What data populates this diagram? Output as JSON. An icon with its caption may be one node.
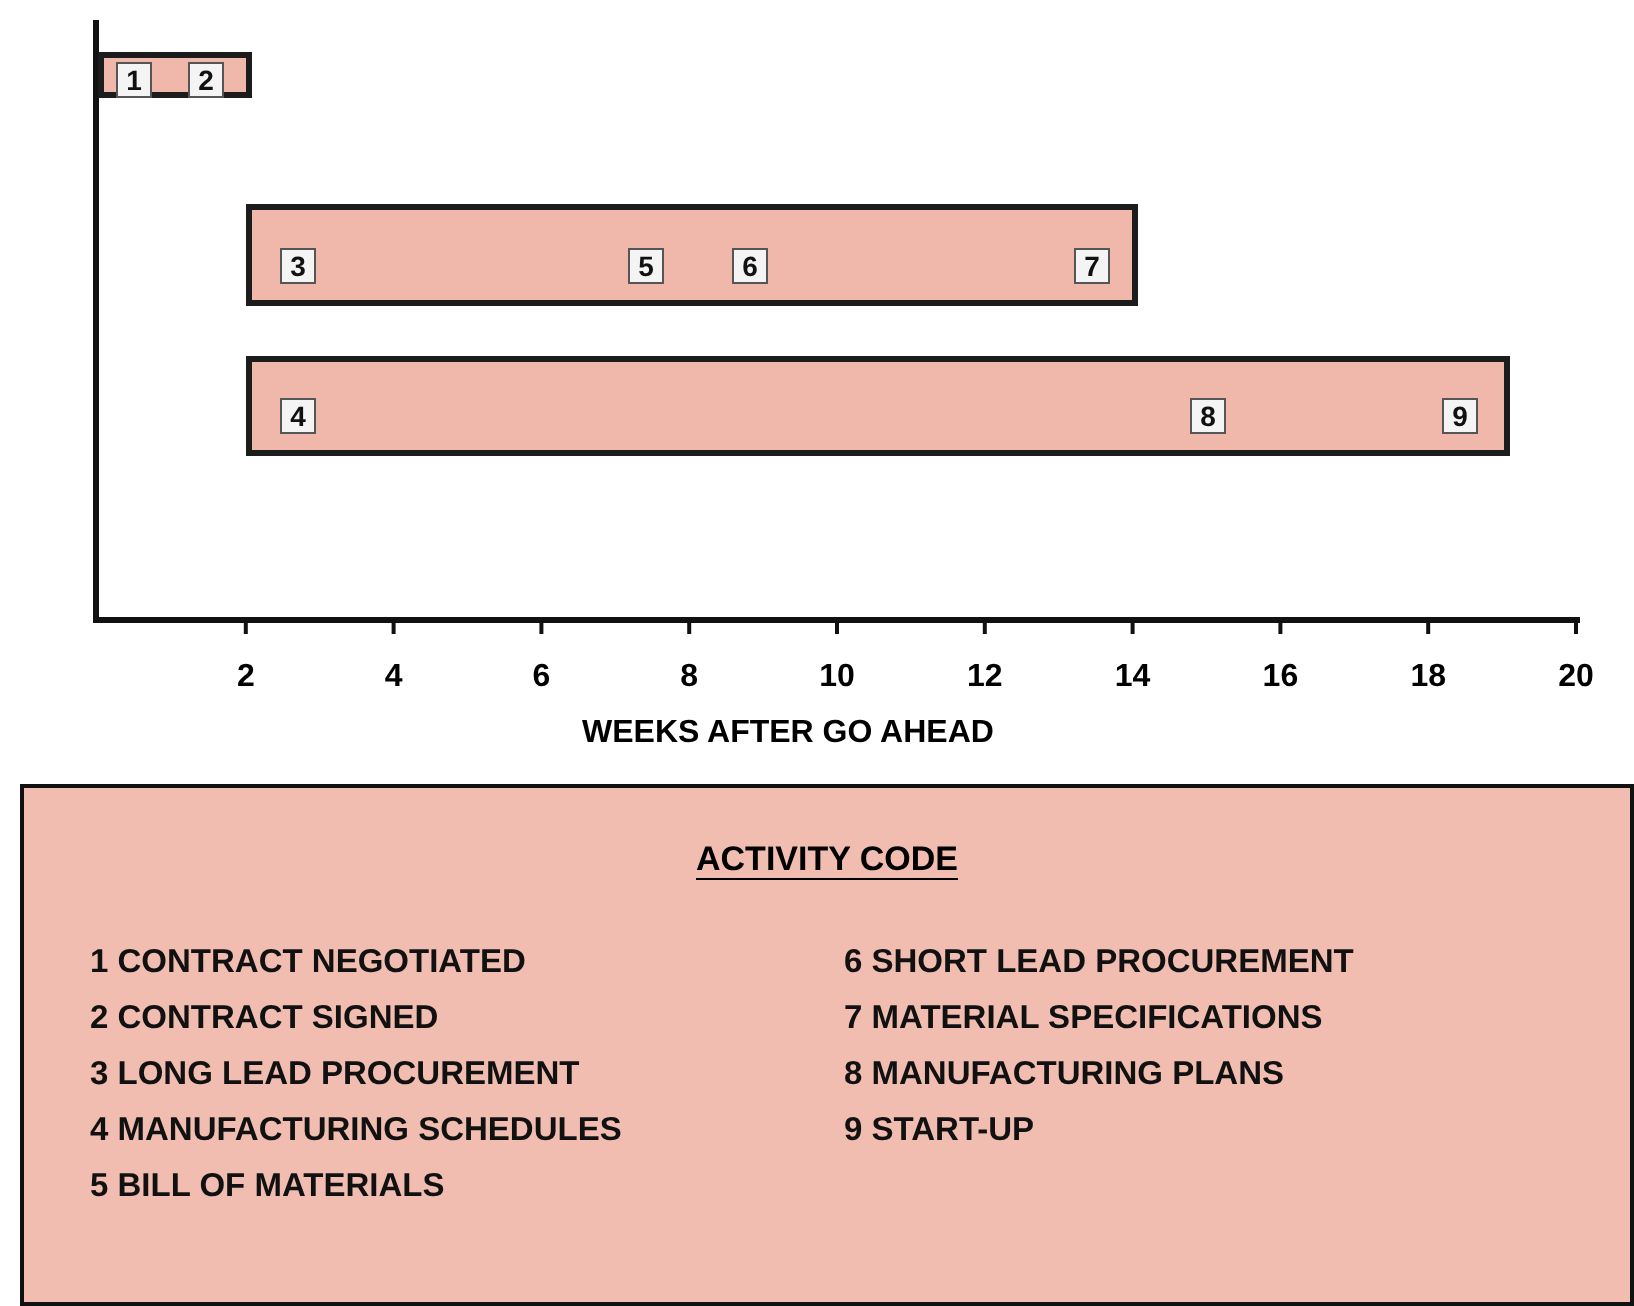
{
  "diagram": {
    "nodes": [
      {
        "text": [],
        "shape": "bar"
      },
      {
        "text": [
          "1"
        ],
        "in": 0
      },
      {
        "text": [
          "2"
        ],
        "in": 0
      },
      {
        "text": [],
        "shape": "bar"
      },
      {
        "text": [
          "3"
        ],
        "in": 3
      },
      {
        "text": [
          "5"
        ],
        "in": 3
      },
      {
        "text": [
          "6"
        ],
        "in": 3
      },
      {
        "text": [
          "7"
        ],
        "in": 3
      },
      {
        "text": [],
        "shape": "bar"
      },
      {
        "text": [
          "4"
        ],
        "in": 8
      },
      {
        "text": [
          "8"
        ],
        "in": 8
      },
      {
        "text": [
          "9"
        ],
        "in": 8
      },
      {
        "text": [
          "ACTIVITY CODE",
          "1 CONTRACT NEGOTIATED",
          "2 CONTRACT SIGNED",
          "3 LONG LEAD PROCUREMENT",
          "4 MANUFACTURING SCHEDULES",
          "5 BILL OF MATERIALS",
          "6 SHORT LEAD PROCUREMENT",
          "7 MATERIAL SPECIFICATIONS",
          "8 MANUFACTURING PLANS",
          "9 START-UP"
        ]
      }
    ],
    "labels": [
      "2",
      "4",
      "6",
      "8",
      "10",
      "12",
      "14",
      "16",
      "18",
      "20",
      "WEEKS AFTER GO AHEAD"
    ]
  }
}
